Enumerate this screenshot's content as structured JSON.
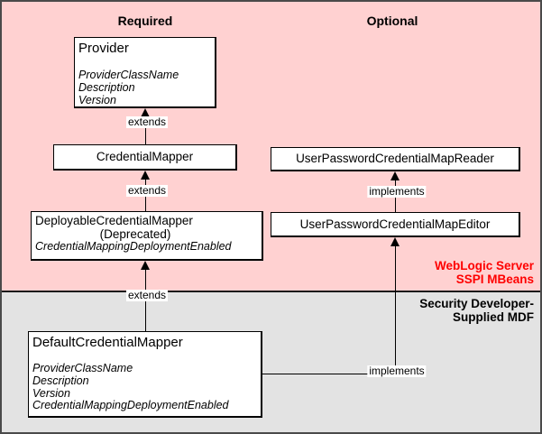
{
  "headings": {
    "required": "Required",
    "optional": "Optional"
  },
  "boxes": {
    "provider": {
      "title": "Provider",
      "attributes": [
        "ProviderClassName",
        "Description",
        "Version"
      ]
    },
    "credential_mapper": {
      "title": "CredentialMapper"
    },
    "deployable_credential_mapper": {
      "title": "DeployableCredentialMapper",
      "deprecated_note": "(Deprecated)",
      "attributes": [
        "CredentialMappingDeploymentEnabled"
      ]
    },
    "user_password_credential_map_reader": {
      "title": "UserPasswordCredentialMapReader"
    },
    "user_password_credential_map_editor": {
      "title": "UserPasswordCredentialMapEditor"
    },
    "default_credential_mapper": {
      "title": "DefaultCredentialMapper",
      "attributes": [
        "ProviderClassName",
        "Description",
        "Version",
        "CredentialMappingDeploymentEnabled"
      ]
    }
  },
  "edges": {
    "credential_mapper_extends_provider": "extends",
    "deployable_extends_credential_mapper": "extends",
    "default_extends_deployable": "extends",
    "editor_implements_reader": "implements",
    "default_implements_editor": "implements"
  },
  "region_labels": {
    "sspi_line1": "WebLogic Server",
    "sspi_line2": "SSPI MBeans",
    "mdf_line1": "Security Developer-",
    "mdf_line2": "Supplied MDF"
  },
  "colors": {
    "sspi_region_bg": "#ffd1d1",
    "mdf_region_bg": "#e3e3e3",
    "sspi_label_color": "#ff0000",
    "line_color": "#000000",
    "box_bg": "#ffffff"
  }
}
